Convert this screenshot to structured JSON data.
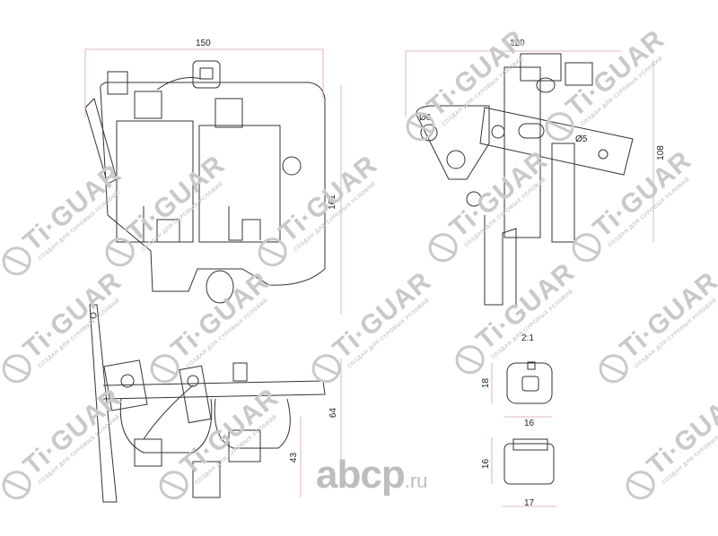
{
  "dimensions": {
    "front_view": {
      "width": "150",
      "height": "161"
    },
    "side_view": {
      "width": "129",
      "height": "108",
      "hole_large": "Ø6",
      "hole_small": "Ø5"
    },
    "bottom_view": {
      "overall_height": "64",
      "connector_height": "43"
    },
    "connector_detail": {
      "scale": "2:1",
      "face_height": "18",
      "face_width": "16",
      "side_height": "16",
      "side_width": "17"
    }
  },
  "watermarks": {
    "brand": "Ti·GUAR",
    "tagline": "СОЗДАН ДЛЯ СУРОВЫХ УСЛОВИЙ",
    "site": "abcp",
    "site_tld": ".ru"
  },
  "colors": {
    "line": "#333333",
    "dimension_line": "#d9a0a0",
    "watermark": "#c9c9c9"
  }
}
